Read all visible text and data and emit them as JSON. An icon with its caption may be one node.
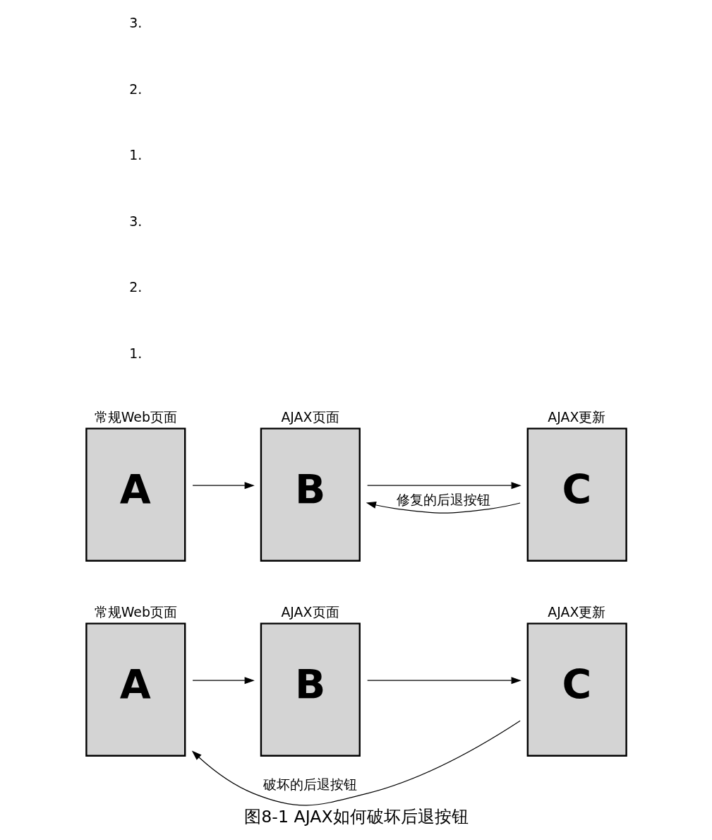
{
  "diagram": {
    "caption": "图8-1 AJAX如何破坏后退按钮",
    "nodes": [
      {
        "text": [
          "常规Web页面",
          "A"
        ]
      },
      {
        "text": [
          "AJAX页面",
          "B"
        ]
      },
      {
        "text": [
          "AJAX更新",
          "C"
        ]
      },
      {
        "text": [
          "常规Web页面",
          "A"
        ]
      },
      {
        "text": [
          "AJAX页面",
          "B"
        ]
      },
      {
        "text": [
          "AJAX更新",
          "C"
        ]
      }
    ],
    "edges": [
      {
        "from": 0,
        "to": 1,
        "arrow": "to"
      },
      {
        "from": 1,
        "to": 2,
        "arrow": "to"
      },
      {
        "from": 2,
        "to": 0,
        "arrow": "to",
        "label": "破坏的后退按钮"
      },
      {
        "from": 3,
        "to": 4,
        "arrow": "to"
      },
      {
        "from": 4,
        "to": 5,
        "arrow": "to"
      },
      {
        "from": 5,
        "to": 4,
        "arrow": "to",
        "label": "修复的后退按钮"
      }
    ],
    "labels": [
      "1.",
      "2.",
      "3.",
      "1.",
      "2.",
      "3."
    ]
  }
}
